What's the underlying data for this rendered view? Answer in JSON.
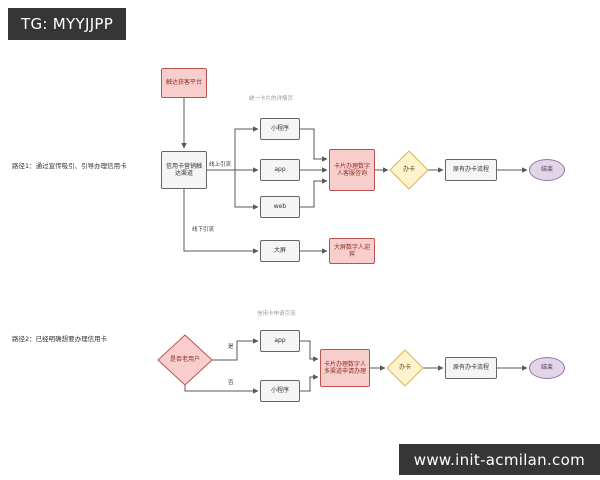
{
  "watermarks": {
    "tg_banner": "TG: MYYJJPP",
    "site_banner": "www.init-acmilan.com"
  },
  "diagram": {
    "path1": {
      "label": "路径1：通过宣传吸引、引导办理信用卡",
      "start": "触达获客平台",
      "channel": "信用卡营销触达渠道",
      "online_edge": "线上引流",
      "offline_edge": "线下引流",
      "detail_note": "统一卡片的详情页",
      "miniprogram": "小程序",
      "app": "app",
      "web": "web",
      "service": "卡片办理数字人客服咨询",
      "apply": "办卡",
      "process": "原有办卡流程",
      "end": "结束",
      "screen": "大屏",
      "greeter": "大屏数字人迎宾"
    },
    "path2": {
      "label": "路径2：已经明确想要办理信用卡",
      "decision": "是否老用户",
      "yes": "是",
      "no": "否",
      "apply_note": "信用卡申请引流",
      "app": "app",
      "miniprogram": "小程序",
      "service": "卡片办理数字人多渠道申请办理",
      "apply": "办卡",
      "process": "原有办卡流程",
      "end": "结束"
    }
  },
  "colors": {
    "banner_bg": "#363636",
    "node_gray_fill": "#f5f5f5",
    "node_gray_border": "#666666",
    "node_red_fill": "#f8cecc",
    "node_red_border": "#b85450",
    "diamond_yellow_fill": "#fff2cc",
    "diamond_yellow_border": "#d6b656",
    "end_purple_fill": "#e1d5e7",
    "end_purple_border": "#9673a6",
    "wire": "#595959"
  }
}
